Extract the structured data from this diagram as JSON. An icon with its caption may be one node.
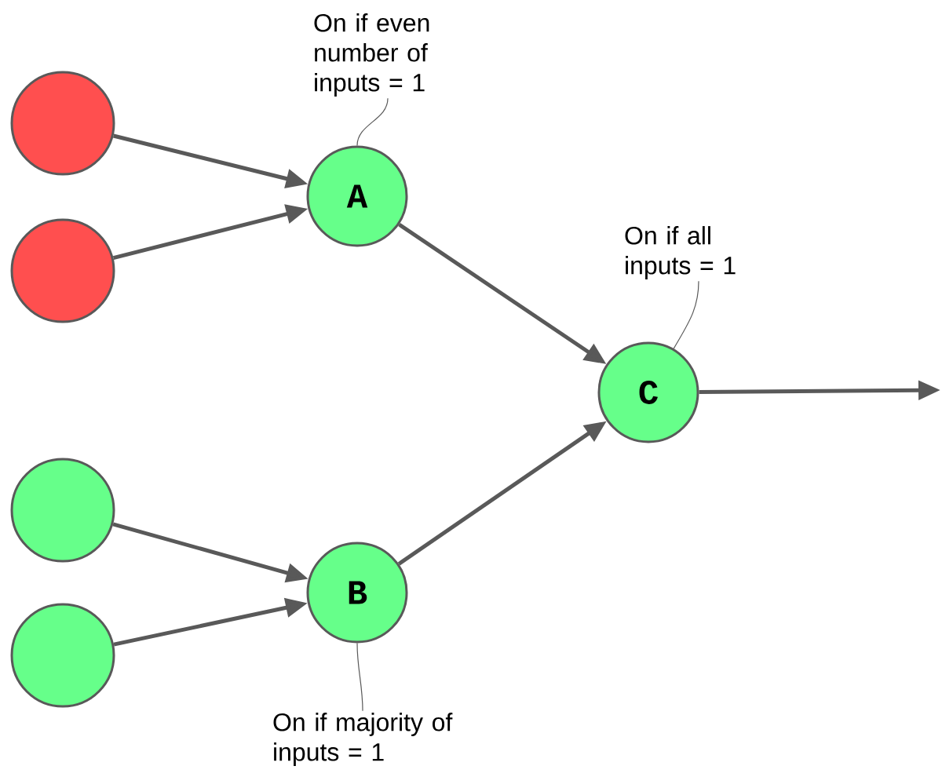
{
  "diagram": {
    "nodes": [
      {
        "text": [
          "On if even number of inputs = 1"
        ]
      },
      {
        "text": [],
        "shape": "circle"
      },
      {
        "text": [
          "A"
        ]
      },
      {
        "text": [],
        "shape": "circle"
      },
      {
        "text": [
          "On if all inputs = 1"
        ]
      },
      {
        "text": [
          "C"
        ]
      },
      {
        "text": [],
        "shape": "circle"
      },
      {
        "text": [
          "B"
        ]
      },
      {
        "text": [],
        "shape": "circle"
      },
      {
        "text": [
          "On if majority of inputs = 1"
        ]
      }
    ],
    "edges": [
      {
        "from": 1,
        "to": 2,
        "arrow": "to"
      },
      {
        "from": 3,
        "to": 2,
        "arrow": "to"
      },
      {
        "from": 2,
        "to": 5,
        "arrow": "to"
      },
      {
        "from": 6,
        "to": 7,
        "arrow": "to"
      },
      {
        "from": 8,
        "to": 7,
        "arrow": "to"
      },
      {
        "from": 7,
        "to": 5,
        "arrow": "to"
      },
      {
        "from": 5,
        "to": null,
        "arrow": "to"
      },
      {
        "from": 0,
        "to": 2,
        "arrow": "none"
      },
      {
        "from": 4,
        "to": 5,
        "arrow": "none"
      },
      {
        "from": 9,
        "to": 7,
        "arrow": "none"
      }
    ]
  }
}
